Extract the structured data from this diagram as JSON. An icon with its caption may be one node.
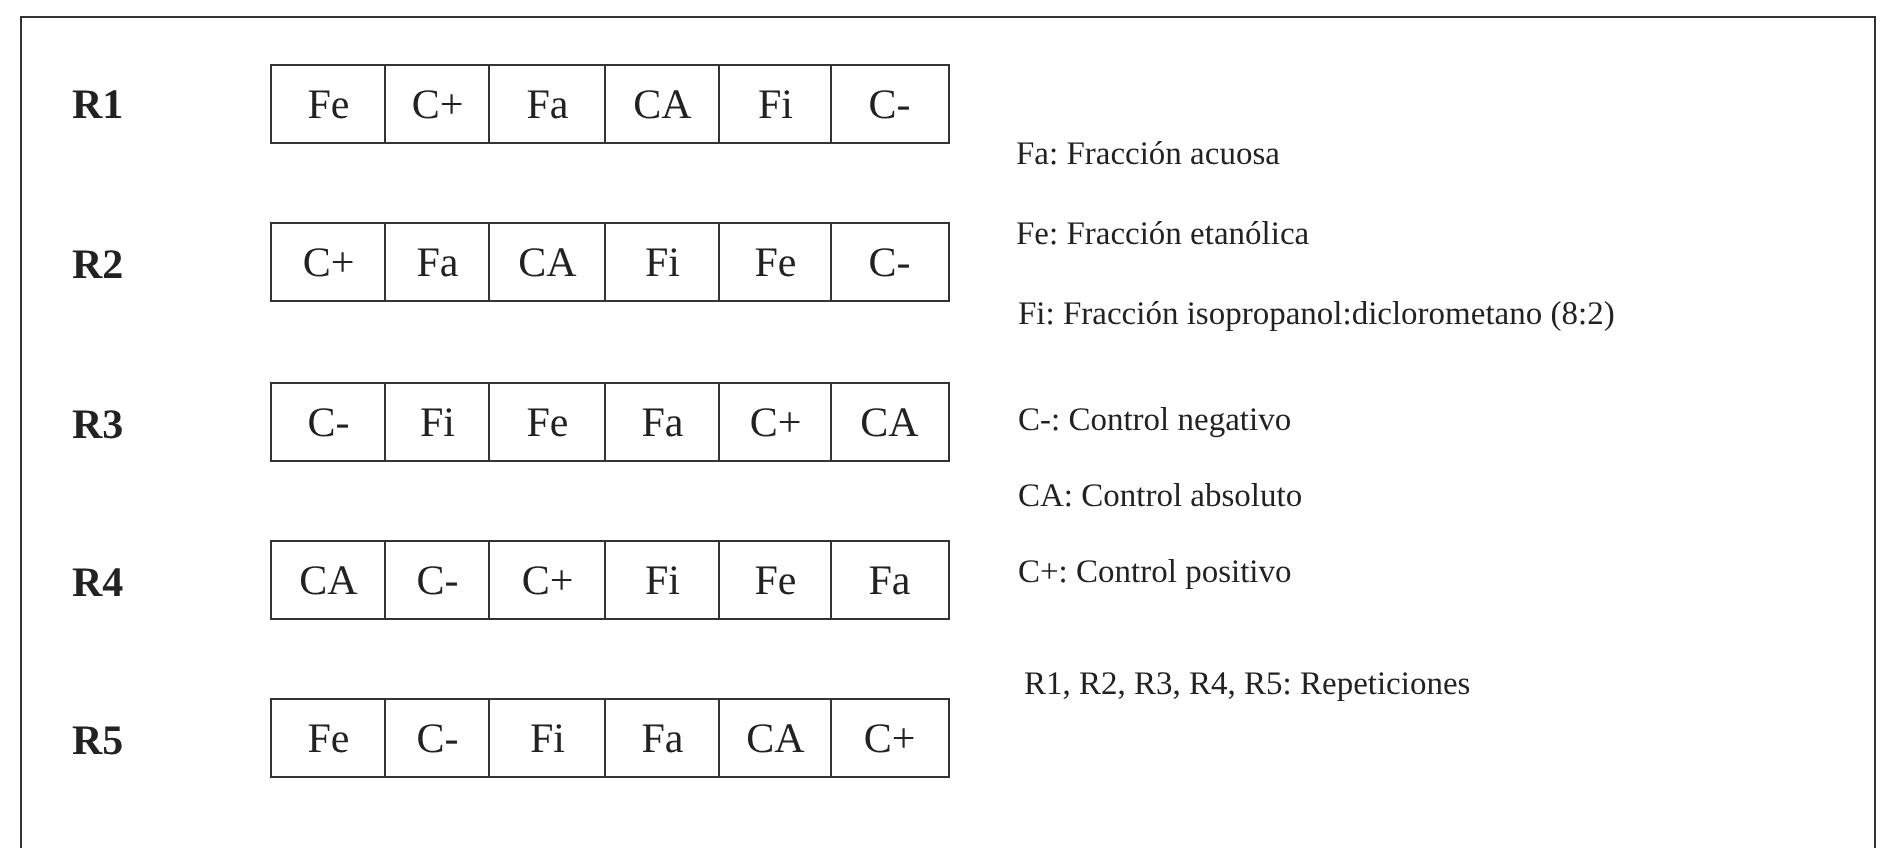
{
  "diagram": {
    "nodes": [
      {
        "text": [
          "Fe"
        ]
      },
      {
        "text": [
          "C+"
        ]
      },
      {
        "text": [
          "Fa"
        ]
      },
      {
        "text": [
          "CA"
        ]
      },
      {
        "text": [
          "Fi"
        ]
      },
      {
        "text": [
          "C-"
        ]
      },
      {
        "text": [
          "C+"
        ]
      },
      {
        "text": [
          "Fa"
        ]
      },
      {
        "text": [
          "CA"
        ]
      },
      {
        "text": [
          "Fi"
        ]
      },
      {
        "text": [
          "Fe"
        ]
      },
      {
        "text": [
          "C-"
        ]
      },
      {
        "text": [
          "C-"
        ]
      },
      {
        "text": [
          "Fi"
        ]
      },
      {
        "text": [
          "Fe"
        ]
      },
      {
        "text": [
          "Fa"
        ]
      },
      {
        "text": [
          "C+"
        ]
      },
      {
        "text": [
          "CA"
        ]
      },
      {
        "text": [
          "CA"
        ]
      },
      {
        "text": [
          "C-"
        ]
      },
      {
        "text": [
          "C+"
        ]
      },
      {
        "text": [
          "Fi"
        ]
      },
      {
        "text": [
          "Fe"
        ]
      },
      {
        "text": [
          "Fa"
        ]
      },
      {
        "text": [
          "Fe"
        ]
      },
      {
        "text": [
          "C-"
        ]
      },
      {
        "text": [
          "Fi"
        ]
      },
      {
        "text": [
          "Fa"
        ]
      },
      {
        "text": [
          "CA"
        ]
      },
      {
        "text": [
          "C+"
        ]
      }
    ],
    "labels": [
      "R1",
      "R2",
      "R3",
      "R4",
      "R5",
      "Fa: Fracción acuosa",
      "Fe: Fracción etanólica",
      "Fi: Fracción isopropanol:diclorometano (8:2)",
      "C-: Control negativo",
      "CA: Control absoluto",
      "C+: Control positivo",
      "R1, R2, R3, R4, R5: Repeticiones"
    ]
  }
}
